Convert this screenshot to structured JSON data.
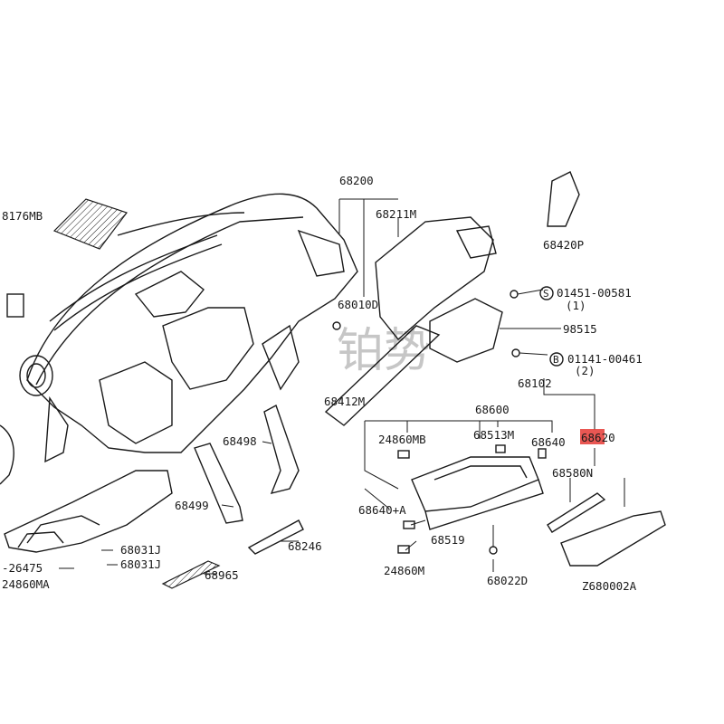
{
  "watermark": "铂势",
  "highlight_color": "#e53935",
  "diagram_code": "Z680002A",
  "labels": {
    "p68176MB": "8176MB",
    "p68200": "68200",
    "p68211M": "68211M",
    "p68420P": "68420P",
    "p68010D": "68010D",
    "s01451": "01451-00581",
    "s01451_qty": "(1)",
    "s01451_sym": "S",
    "p98515": "98515",
    "b01141": "01141-00461",
    "b01141_qty": "(2)",
    "b01141_sym": "B",
    "p68102": "68102",
    "p68412M": "68412M",
    "p68600": "68600",
    "p24860MB": "24860MB",
    "p68513M": "68513M",
    "p68640": "68640",
    "p68620": "68620",
    "p68498": "68498",
    "p68580N": "68580N",
    "p68499": "68499",
    "p68640A": "68640+A",
    "p68519": "68519",
    "p68246": "68246",
    "p68031J_1": "68031J",
    "p68031J_2": "68031J",
    "p26475": "-26475",
    "p24860MA": "24860MA",
    "p68965": "68965",
    "p24860M": "24860M",
    "p68022D": "68022D"
  }
}
